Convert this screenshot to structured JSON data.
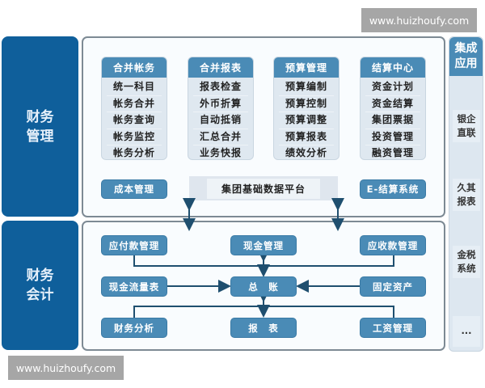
{
  "watermarks": {
    "top": "www.huizhoufy.com",
    "bottom": "www.huizhoufy.com"
  },
  "sections": {
    "management": {
      "label_line1": "财务",
      "label_line2": "管理"
    },
    "accounting": {
      "label_line1": "财务",
      "label_line2": "会计"
    }
  },
  "modules": [
    {
      "title": "合并帐务",
      "items": [
        "统一科目",
        "帐务合并",
        "帐务查询",
        "帐务监控",
        "帐务分析"
      ]
    },
    {
      "title": "合并报表",
      "items": [
        "报表检查",
        "外币折算",
        "自动抵销",
        "汇总合并",
        "业务快报"
      ]
    },
    {
      "title": "预算管理",
      "items": [
        "预算编制",
        "预算控制",
        "预算调整",
        "预算报表",
        "绩效分析"
      ]
    },
    {
      "title": "结算中心",
      "items": [
        "资金计划",
        "资金结算",
        "集团票据",
        "投资管理",
        "融资管理"
      ]
    }
  ],
  "management_bottom": {
    "cost": "成本管理",
    "platform": "集团基础数据平台",
    "e_settlement": "E-结算系统"
  },
  "accounting_boxes": {
    "payable": "应付款管理",
    "cash_mgmt": "现金管理",
    "receivable": "应收款管理",
    "cashflow": "现金流量表",
    "ledger": "总　账",
    "fixed_assets": "固定资产",
    "fin_analysis": "财务分析",
    "reports": "报　表",
    "payroll": "工资管理"
  },
  "integration": {
    "title_line1": "集成",
    "title_line2": "应用",
    "items": [
      {
        "line1": "银企",
        "line2": "直联"
      },
      {
        "line1": "久其",
        "line2": "报表"
      },
      {
        "line1": "金税",
        "line2": "系统"
      },
      {
        "line1": "...",
        "line2": ""
      }
    ]
  },
  "colors": {
    "side_block": "#0f5f9b",
    "module_header": "#4a8bb6",
    "connector": "#1f4f6f"
  }
}
